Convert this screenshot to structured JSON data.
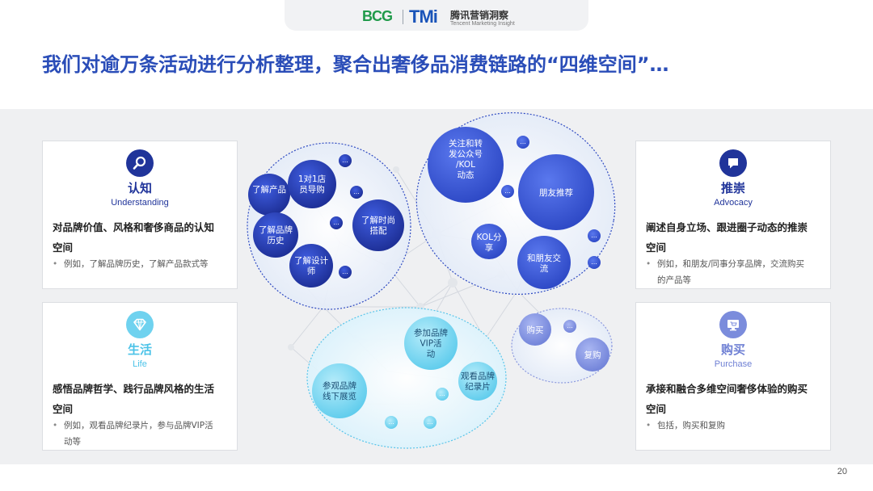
{
  "logo": {
    "bcg": "BCG",
    "tmi": "TMi",
    "cn": "腾讯营销洞察",
    "en": "Tencent Marketing Insight"
  },
  "headline": "我们对逾万条活动进行分析整理，聚合出奢侈品消费链路的“四维空间”…",
  "cards": {
    "understanding": {
      "icon": "magnifier-icon",
      "title": "认知",
      "subtitle": "Understanding",
      "desc": [
        "对品牌价值、风格和奢侈商品的认知",
        "空间"
      ],
      "bullet": [
        "例如，了解品牌历史，了解产品款式等"
      ]
    },
    "advocacy": {
      "icon": "chat-bubble-icon",
      "title": "推崇",
      "subtitle": "Advocacy",
      "desc": [
        "阐述自身立场、跟进圈子动态的推崇",
        "空间"
      ],
      "bullet": [
        "例如，和朋友/同事分享品牌，交流购买",
        "的产品等"
      ]
    },
    "life": {
      "icon": "diamond-icon",
      "title": "生活",
      "subtitle": "Life",
      "desc": [
        "感悟品牌哲学、践行品牌风格的生活",
        "空间"
      ],
      "bullet": [
        "例如，观看品牌纪录片，参与品牌VIP活",
        "动等"
      ]
    },
    "purchase": {
      "icon": "monitor-cart-icon",
      "title": "购买",
      "subtitle": "Purchase",
      "desc": [
        "承接和融合多维空间奢侈体验的购买",
        "空间"
      ],
      "bullet": [
        "包括，购买和复购"
      ]
    }
  },
  "bubbles": {
    "understanding": [
      "了解产品",
      "1对1店员导购",
      "了解品牌历史",
      "了解时尚搭配",
      "了解设计师"
    ],
    "advocacy": [
      "关注和转发公众号/KOL动态",
      "朋友推荐",
      "KOL分享",
      "和朋友交流"
    ],
    "life": [
      "参加品牌VIP活动",
      "参观品牌线下展览",
      "观看品牌纪录片"
    ],
    "purchase": [
      "购买",
      "复购"
    ],
    "more": "..."
  },
  "colors": {
    "headline": "#2a4db8",
    "dark_blue": "#20349a",
    "light_blue": "#6fd2ef",
    "purple": "#7b8cdc"
  },
  "page_number": "20"
}
